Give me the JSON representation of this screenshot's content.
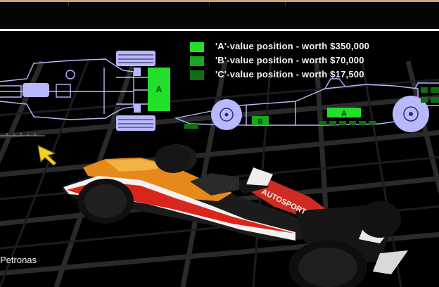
{
  "legend": [
    {
      "text": "'A'-value position - worth $350,000",
      "color": "#22e02a"
    },
    {
      "text": "'B'-value position - worth $70,000",
      "color": "#17a81d"
    },
    {
      "text": "'C'-value position - worth $17,500",
      "color": "#0f6e13"
    }
  ],
  "plan_view": {
    "marker": "A"
  },
  "side_view": {
    "marker_a": "A",
    "marker_b": "B"
  },
  "car": {
    "sponsor_decal": "AUTOSPORT",
    "team_label": "Petronas"
  },
  "colors": {
    "blueprint": "#b8b8ff",
    "zone_a": "#22e02a",
    "zone_b": "#17a81d",
    "zone_c": "#0f6e13",
    "livery_orange": "#e58a1a"
  },
  "icons": {
    "cursor": "arrow-pointer-icon"
  }
}
